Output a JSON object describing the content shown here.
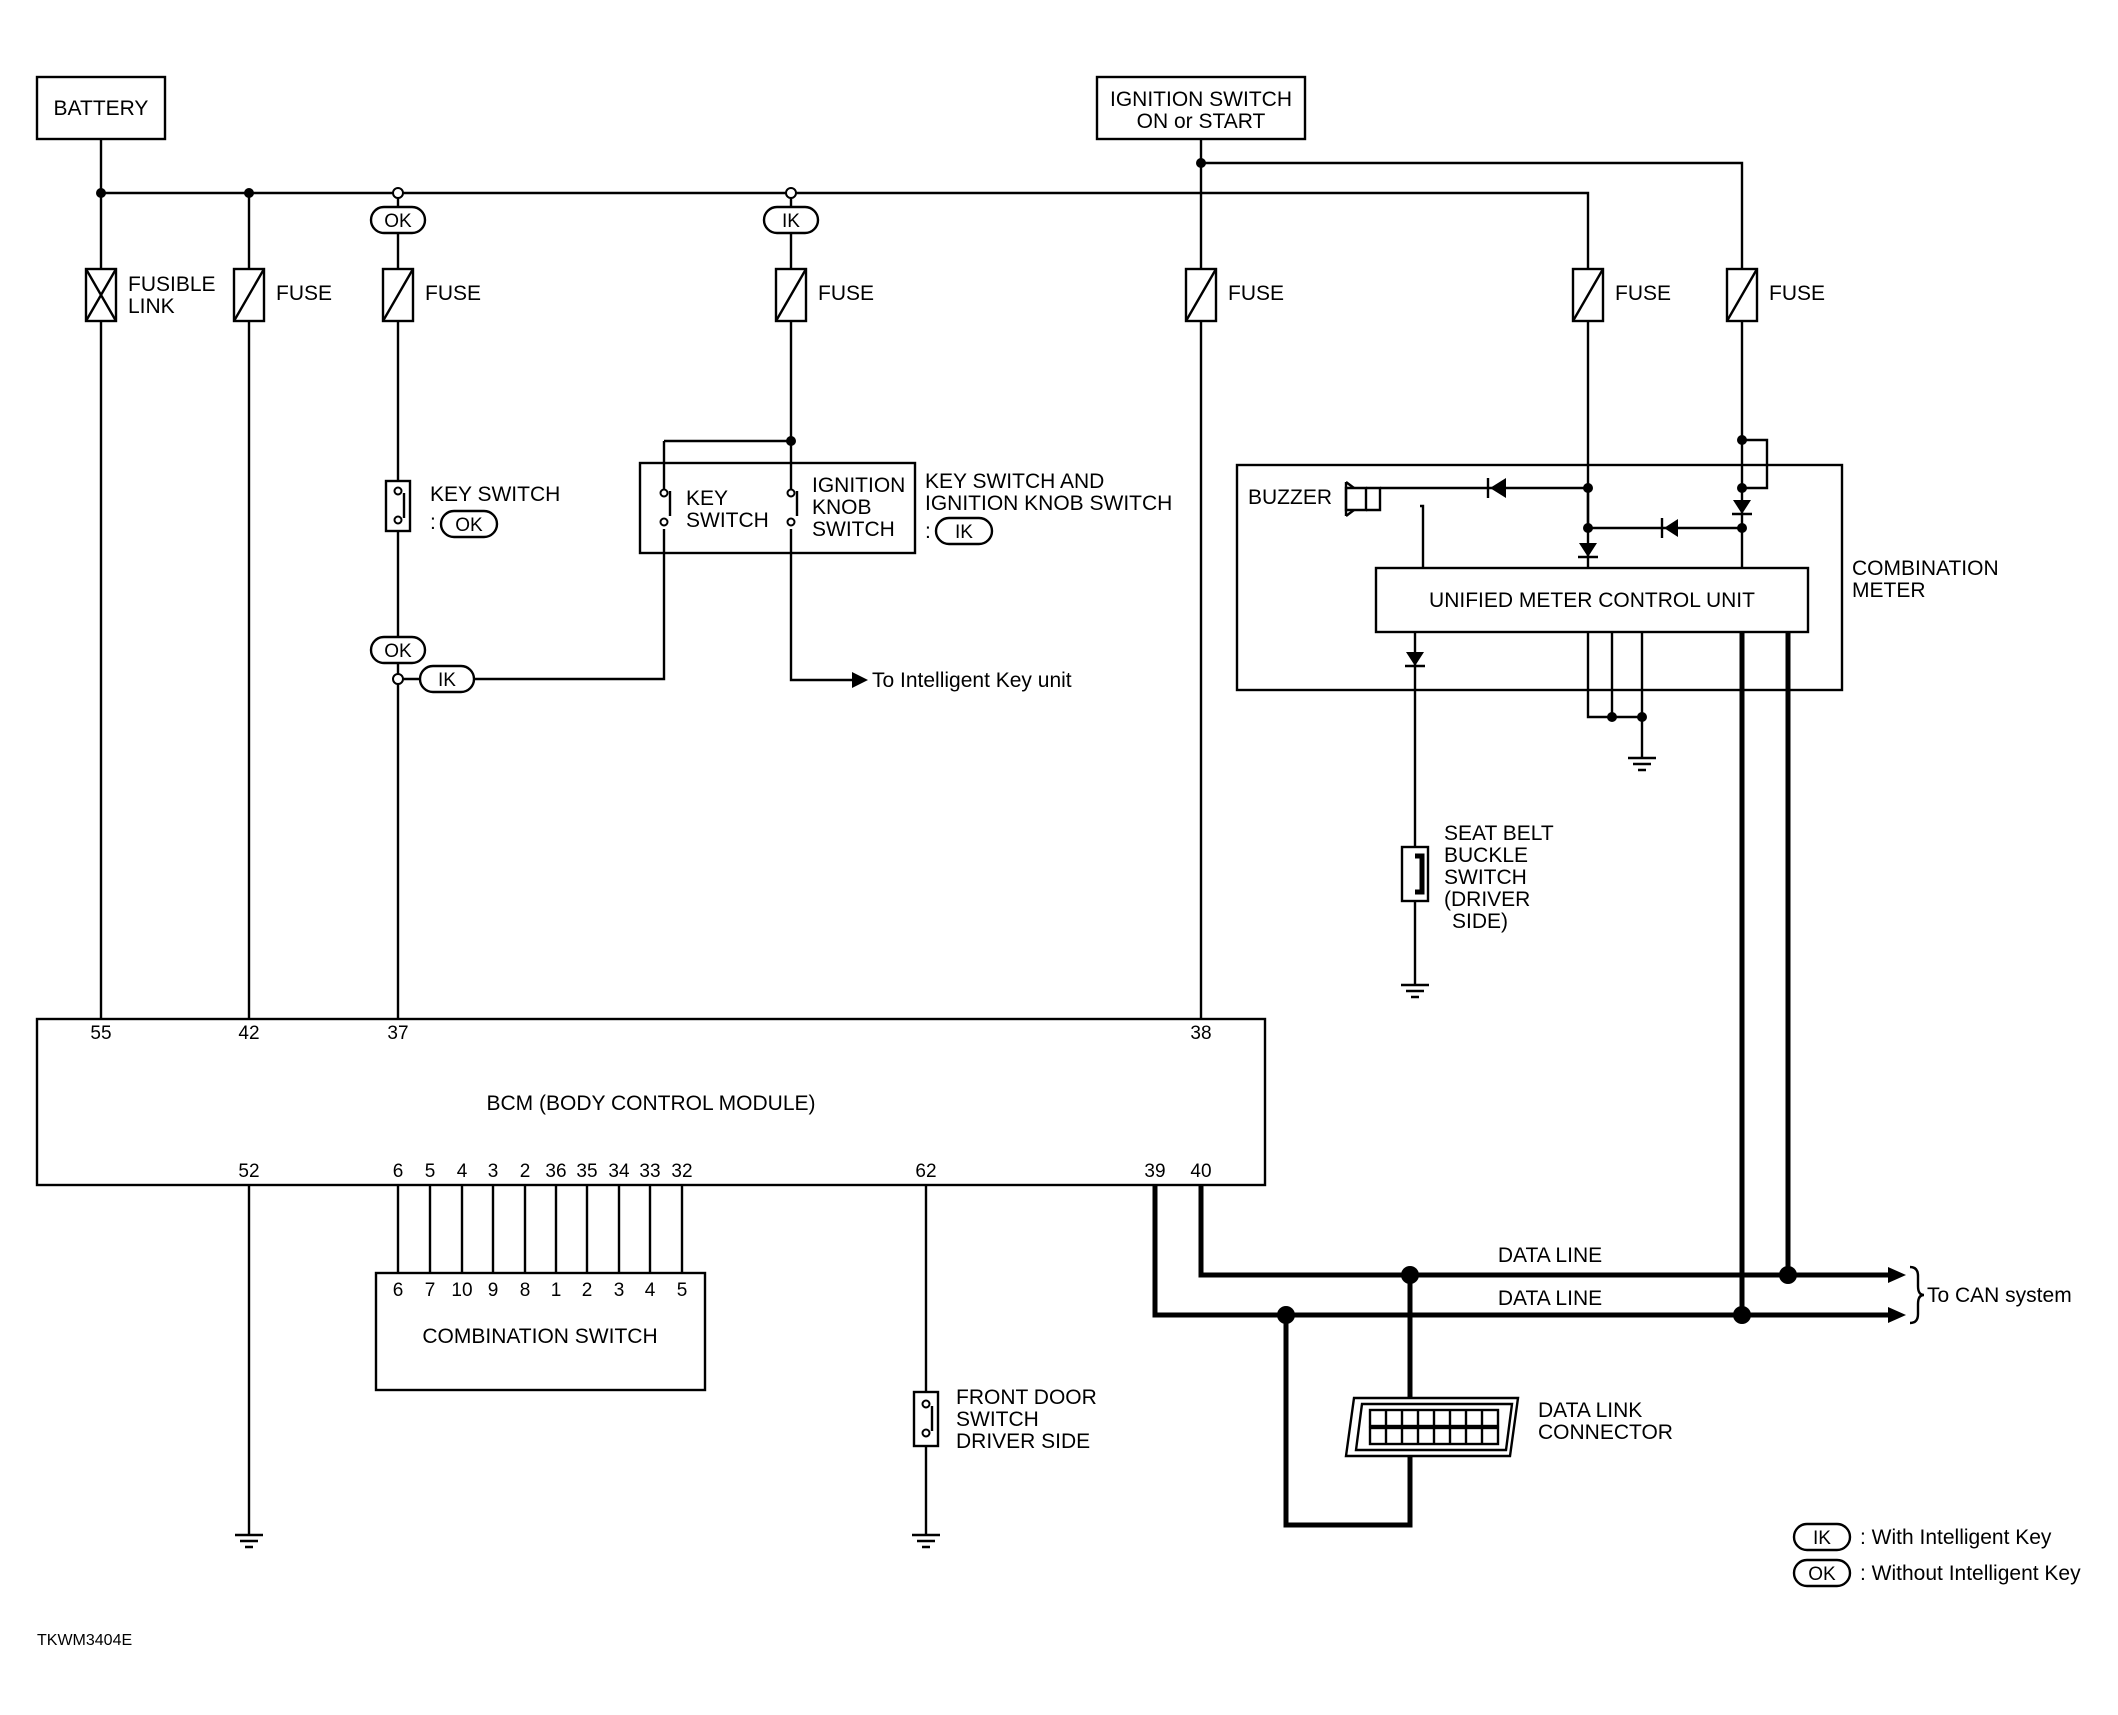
{
  "doc_code": "TKWM3404E",
  "sources": {
    "battery": "BATTERY",
    "ignition_line1": "IGNITION SWITCH",
    "ignition_line2": "ON or START"
  },
  "fuses": {
    "fusible_line1": "FUSIBLE",
    "fusible_line2": "LINK",
    "fuse": "FUSE"
  },
  "markers": {
    "ok": "OK",
    "ik": "IK"
  },
  "key_switch": {
    "label": "KEY SWITCH",
    "colon": ":"
  },
  "ignition_knob_module": {
    "key_line1": "KEY",
    "key_line2": "SWITCH",
    "knob_line1": "IGNITION",
    "knob_line2": "KNOB",
    "knob_line3": "SWITCH",
    "title_line1": "KEY SWITCH AND",
    "title_line2": "IGNITION KNOB SWITCH",
    "colon": ":"
  },
  "to_intelligent_key": "To Intelligent Key unit",
  "combination_meter": {
    "title_line1": "COMBINATION",
    "title_line2": "METER",
    "buzzer": "BUZZER",
    "control_unit": "UNIFIED METER CONTROL UNIT"
  },
  "seat_belt": [
    "SEAT BELT",
    "BUCKLE",
    "SWITCH",
    "(DRIVER",
    "SIDE)"
  ],
  "bcm": {
    "name": "BCM (BODY CONTROL MODULE)",
    "top_pins": [
      "55",
      "42",
      "37",
      "38"
    ],
    "bottom_pins": [
      "52",
      "6",
      "5",
      "4",
      "3",
      "2",
      "36",
      "35",
      "34",
      "33",
      "32",
      "62",
      "39",
      "40"
    ]
  },
  "combination_switch": {
    "name": "COMBINATION SWITCH",
    "pins": [
      "6",
      "7",
      "10",
      "9",
      "8",
      "1",
      "2",
      "3",
      "4",
      "5"
    ]
  },
  "front_door": [
    "FRONT DOOR",
    "SWITCH",
    "DRIVER SIDE"
  ],
  "data_lines": {
    "upper": "DATA LINE",
    "lower": "DATA LINE",
    "to_can": "To CAN system"
  },
  "data_link_connector": [
    "DATA LINK",
    "CONNECTOR"
  ],
  "legend": {
    "ik_text": ": With Intelligent Key",
    "ok_text": ": Without Intelligent Key"
  }
}
